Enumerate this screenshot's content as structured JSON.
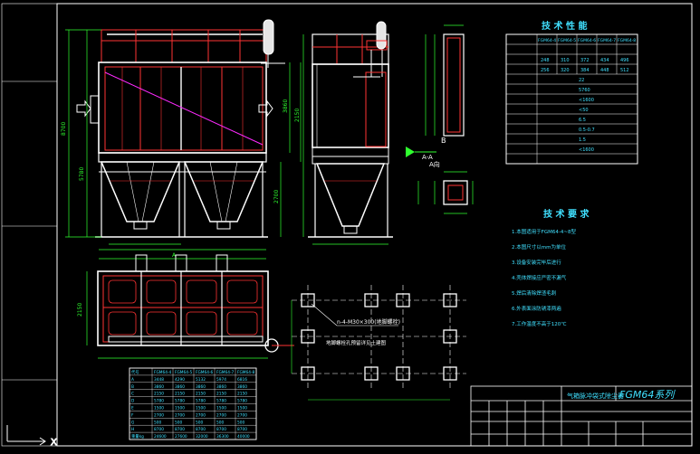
{
  "title_block": {
    "series_name": "FGM64系列",
    "drawing_name": "气箱脉冲袋式除尘器"
  },
  "tech_performance": {
    "title": "技 术 性 能",
    "model_headers": [
      "FGM64-4",
      "FGM64-5",
      "FGM64-6",
      "FGM64-7",
      "FGM64-8"
    ],
    "row1_values": [
      "248",
      "310",
      "372",
      "434",
      "496"
    ],
    "row3_values": [
      "256",
      "320",
      "384",
      "448",
      "512"
    ],
    "single_values": [
      "22",
      "5760",
      "<1600",
      "<50",
      "6.5",
      "0.5-0.7",
      "1.5",
      "<1600"
    ]
  },
  "tech_requirements": {
    "title": "技 术 要 求",
    "lines": [
      "1.本图适用于FGM64-4~8型",
      "2.本图尺寸以mm为单位",
      "3.设备安装完毕后进行",
      "4.壳体焊接应严密不漏气",
      "5.焊后清除焊渣毛刺",
      "6.外表面涂防锈漆两遍",
      "7.工作温度不高于120℃"
    ]
  },
  "foundation_note": {
    "bolt_spec": "n-4-M30×300(地脚螺栓)",
    "note": "地脚螺栓孔预留详见土建图"
  },
  "view_labels": {
    "section_a": "A-A",
    "view_b": "A向",
    "label_b": "B"
  },
  "dims_table": {
    "col_headers": [
      "代号",
      "FGM64-4",
      "FGM64-5",
      "FGM64-6",
      "FGM64-7",
      "FGM64-8"
    ],
    "rows": [
      [
        "A",
        "3448",
        "4290",
        "5132",
        "5974",
        "6816"
      ],
      [
        "B",
        "3860",
        "3860",
        "3860",
        "3860",
        "3860"
      ],
      [
        "C",
        "2150",
        "2150",
        "2150",
        "2150",
        "2150"
      ],
      [
        "D",
        "5780",
        "5780",
        "5780",
        "5780",
        "5780"
      ],
      [
        "E",
        "1500",
        "1500",
        "1500",
        "1500",
        "1500"
      ],
      [
        "F",
        "2700",
        "2700",
        "2700",
        "2700",
        "2700"
      ],
      [
        "G",
        "500",
        "500",
        "500",
        "500",
        "500"
      ],
      [
        "H",
        "8700",
        "8700",
        "8700",
        "8700",
        "8700"
      ],
      [
        "重量kg",
        "24600",
        "27600",
        "32000",
        "36300",
        "40000"
      ]
    ]
  },
  "colors": {
    "line": "#ffffff",
    "accent_red": "#ff2a2a",
    "dim_green": "#2fff2f",
    "text_cyan": "#40e0ff",
    "hatch_magenta": "#ff2aff",
    "tank_white": "#e6e6e6"
  }
}
